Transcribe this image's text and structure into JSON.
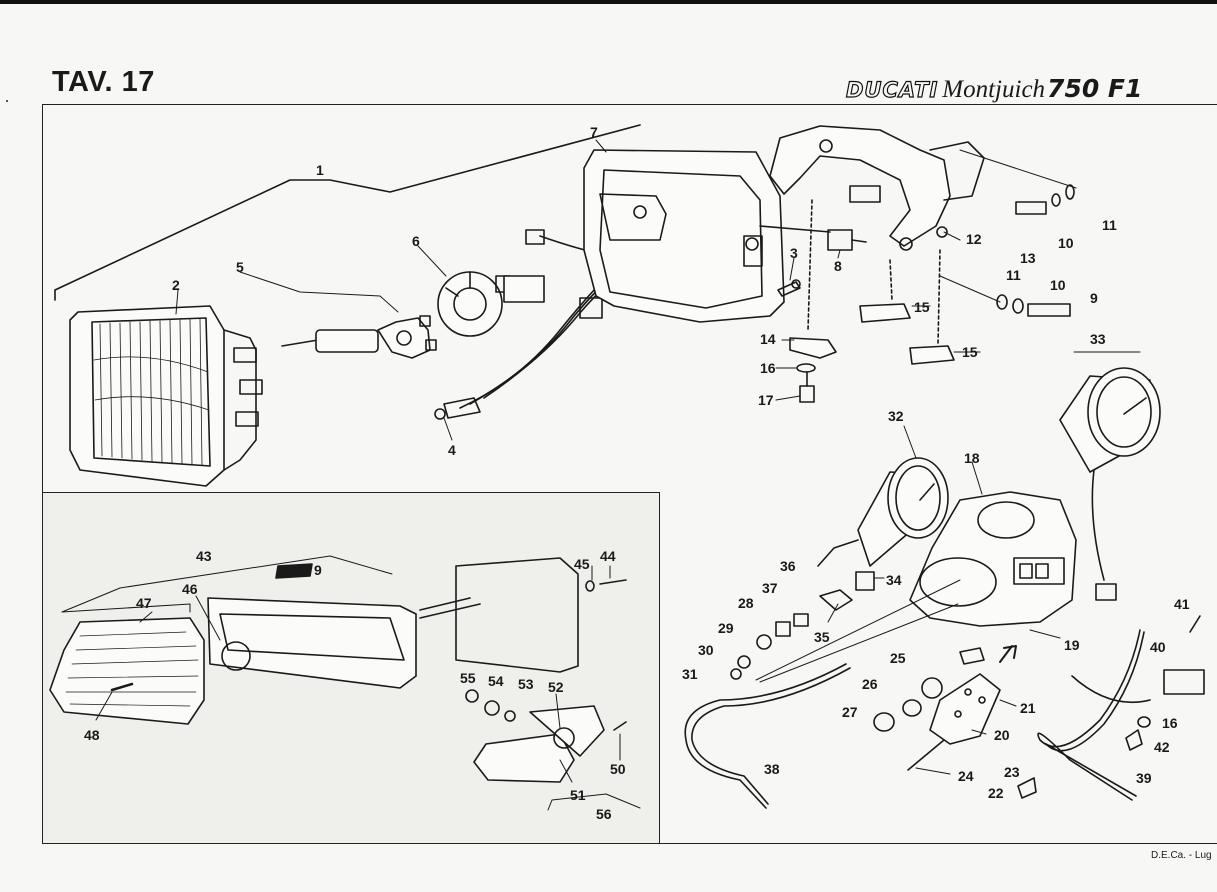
{
  "header": {
    "plate": "TAV. 17",
    "brand_make": "DUCATI",
    "brand_model": "Montjuich",
    "brand_variant": "750 F1"
  },
  "callouts": [
    {
      "id": "c1",
      "text": "1"
    },
    {
      "id": "c2",
      "text": "2"
    },
    {
      "id": "c3",
      "text": "3"
    },
    {
      "id": "c4",
      "text": "4"
    },
    {
      "id": "c5",
      "text": "5"
    },
    {
      "id": "c6",
      "text": "6"
    },
    {
      "id": "c7",
      "text": "7"
    },
    {
      "id": "c8",
      "text": "8"
    },
    {
      "id": "c9",
      "text": "9"
    },
    {
      "id": "c10a",
      "text": "10"
    },
    {
      "id": "c10b",
      "text": "10"
    },
    {
      "id": "c11a",
      "text": "11"
    },
    {
      "id": "c11b",
      "text": "11"
    },
    {
      "id": "c12",
      "text": "12"
    },
    {
      "id": "c13",
      "text": "13"
    },
    {
      "id": "c14",
      "text": "14"
    },
    {
      "id": "c15a",
      "text": "15"
    },
    {
      "id": "c15b",
      "text": "15"
    },
    {
      "id": "c16a",
      "text": "16"
    },
    {
      "id": "c16b",
      "text": "16"
    },
    {
      "id": "c17",
      "text": "17"
    },
    {
      "id": "c18",
      "text": "18"
    },
    {
      "id": "c19",
      "text": "19"
    },
    {
      "id": "c20",
      "text": "20"
    },
    {
      "id": "c21",
      "text": "21"
    },
    {
      "id": "c22",
      "text": "22"
    },
    {
      "id": "c23",
      "text": "23"
    },
    {
      "id": "c24",
      "text": "24"
    },
    {
      "id": "c25",
      "text": "25"
    },
    {
      "id": "c26",
      "text": "26"
    },
    {
      "id": "c27",
      "text": "27"
    },
    {
      "id": "c28",
      "text": "28"
    },
    {
      "id": "c29",
      "text": "29"
    },
    {
      "id": "c30",
      "text": "30"
    },
    {
      "id": "c31",
      "text": "31"
    },
    {
      "id": "c32",
      "text": "32"
    },
    {
      "id": "c33",
      "text": "33"
    },
    {
      "id": "c34",
      "text": "34"
    },
    {
      "id": "c35",
      "text": "35"
    },
    {
      "id": "c36",
      "text": "36"
    },
    {
      "id": "c37",
      "text": "37"
    },
    {
      "id": "c38",
      "text": "38"
    },
    {
      "id": "c39",
      "text": "39"
    },
    {
      "id": "c40",
      "text": "40"
    },
    {
      "id": "c41",
      "text": "41"
    },
    {
      "id": "c42",
      "text": "42"
    },
    {
      "id": "c43",
      "text": "43"
    },
    {
      "id": "c44",
      "text": "44"
    },
    {
      "id": "c45",
      "text": "45"
    },
    {
      "id": "c46",
      "text": "46"
    },
    {
      "id": "c47",
      "text": "47"
    },
    {
      "id": "c48",
      "text": "48"
    },
    {
      "id": "c49",
      "text": "9"
    },
    {
      "id": "c50",
      "text": "50"
    },
    {
      "id": "c51",
      "text": "51"
    },
    {
      "id": "c52",
      "text": "52"
    },
    {
      "id": "c53",
      "text": "53"
    },
    {
      "id": "c54",
      "text": "54"
    },
    {
      "id": "c55",
      "text": "55"
    },
    {
      "id": "c56",
      "text": "56"
    }
  ],
  "footer": {
    "credit": "D.E.Ca. - Lug"
  },
  "colors": {
    "ink": "#1a1a1a",
    "paper": "#f7f7f5"
  }
}
